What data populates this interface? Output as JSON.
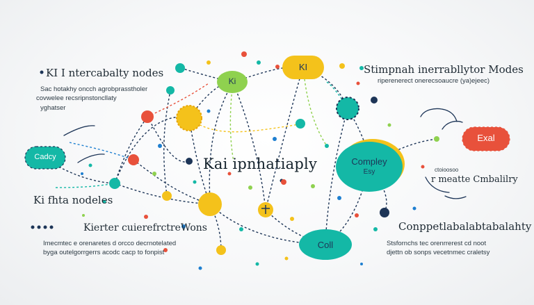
{
  "title": "Kai ipnhatiaply",
  "top_left": {
    "heading": "KI I ntercabalty nodes",
    "desc": [
      "Sac hotakhy oncch agrobprasstholer",
      "covwelee recsripnstoncllaty",
      "yghatser"
    ]
  },
  "top_right": {
    "heading": "Stimpnah inerrabllytor Modes",
    "desc": "riperenerect onerecsoaucre (ya)ejeec)"
  },
  "left_mid": {
    "heading": "Ki fhta nodeles"
  },
  "bottom_left": {
    "heading": "Kierter cuierefrctreWons",
    "desc": [
      "Imecmtec e orenaretes d orcco decrnotelated",
      "byga outelgorrgerrs acodc cacp to fonpist"
    ]
  },
  "right_mid": {
    "prefix": "ctoioosoo",
    "heading": "r meatte Cmbalilry"
  },
  "bottom_right": {
    "heading": "Conppetlabalabtabalahty",
    "desc": [
      "Stsfornchs tec orenrrerest cd noot",
      "djettn ob sonps vecetnmec craletsy"
    ]
  },
  "nodes": {
    "ki_top": "KI",
    "ki_green": "Ki",
    "cadcy": "Cadcy",
    "exal": "Exal",
    "complex": [
      "Compley",
      "Esy"
    ],
    "coll": "Coll"
  },
  "colors": {
    "teal": "#14b8a6",
    "yellow": "#f4c21b",
    "red": "#e8513b",
    "green": "#8fd14f",
    "navy": "#1d3557",
    "blue": "#1e7fd0"
  }
}
